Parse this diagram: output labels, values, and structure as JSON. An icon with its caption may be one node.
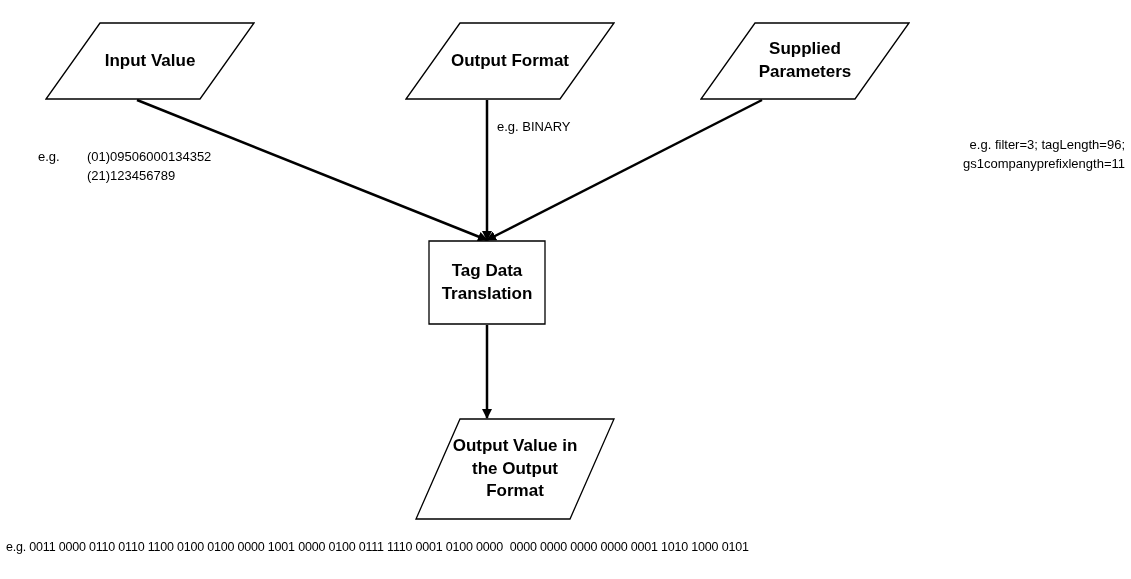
{
  "diagram": {
    "nodes": [
      {
        "text": [
          "Input Value"
        ]
      },
      {
        "text": [
          "Output Format"
        ]
      },
      {
        "text": [
          "Supplied Parameters"
        ]
      },
      {
        "text": [
          "Tag Data Translation"
        ]
      },
      {
        "text": [
          "Output Value in the Output Format"
        ]
      }
    ],
    "edges": [
      {
        "from": 0,
        "to": 3,
        "arrow": "to"
      },
      {
        "from": 1,
        "to": 3,
        "arrow": "to"
      },
      {
        "from": 2,
        "to": 3,
        "arrow": "to"
      },
      {
        "from": 3,
        "to": 4,
        "arrow": "to"
      }
    ],
    "labels": [
      "e.g.",
      "(01)09506000134352 (21)123456789",
      "e.g. BINARY",
      "e.g. filter=3; tagLength=96; gs1companyprefixlength=11",
      "e.g. 0011 0000 0110 0110 1100 0100 0100 0000 1001 0000 0100 0111 1110 0001 0100 0000  0000 0000 0000 0000 0001 1010 1000 0101"
    ]
  }
}
